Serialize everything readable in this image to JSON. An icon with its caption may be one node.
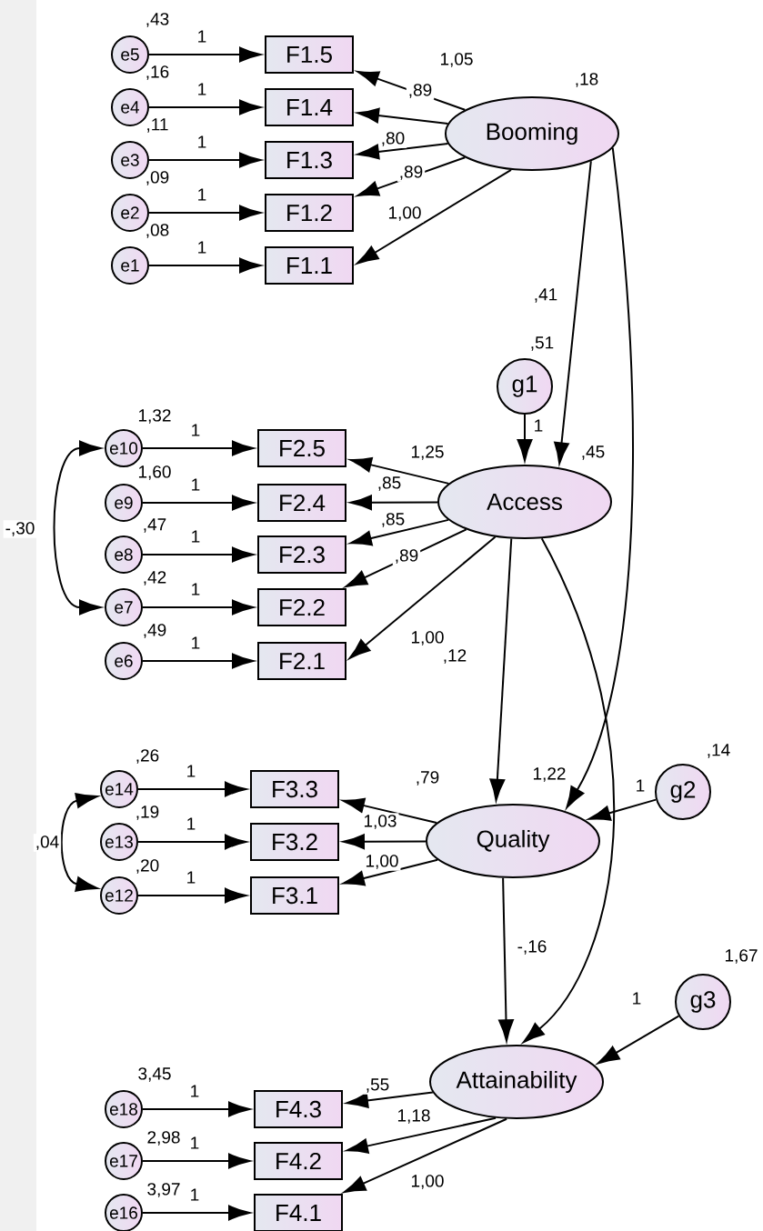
{
  "diagram": {
    "nodes": [
      {
        "text": [
          "Booming"
        ],
        "beside": [
          ",18"
        ]
      },
      {
        "text": [
          "F1.5"
        ]
      },
      {
        "text": [
          "F1.4"
        ]
      },
      {
        "text": [
          "F1.3"
        ]
      },
      {
        "text": [
          "F1.2"
        ]
      },
      {
        "text": [
          "F1.1"
        ]
      },
      {
        "text": [
          "e5"
        ],
        "beside": [
          ",43"
        ]
      },
      {
        "text": [
          "e4"
        ],
        "beside": [
          ",16"
        ]
      },
      {
        "text": [
          "e3"
        ],
        "beside": [
          ",11"
        ]
      },
      {
        "text": [
          "e2"
        ],
        "beside": [
          ",09"
        ]
      },
      {
        "text": [
          "e1"
        ],
        "beside": [
          ",08"
        ]
      },
      {
        "text": [
          "g1"
        ],
        "beside": [
          ",51"
        ]
      },
      {
        "text": [
          "Access"
        ],
        "beside": [
          ",45"
        ]
      },
      {
        "text": [
          "F2.5"
        ]
      },
      {
        "text": [
          "F2.4"
        ]
      },
      {
        "text": [
          "F2.3"
        ]
      },
      {
        "text": [
          "F2.2"
        ]
      },
      {
        "text": [
          "F2.1"
        ]
      },
      {
        "text": [
          "e10"
        ],
        "beside": [
          "1,32"
        ]
      },
      {
        "text": [
          "e9"
        ],
        "beside": [
          "1,60"
        ]
      },
      {
        "text": [
          "e8"
        ],
        "beside": [
          ",47"
        ]
      },
      {
        "text": [
          "e7"
        ],
        "beside": [
          ",42"
        ]
      },
      {
        "text": [
          "e6"
        ],
        "beside": [
          ",49"
        ]
      },
      {
        "text": [
          "Quality"
        ]
      },
      {
        "text": [
          "g2"
        ],
        "beside": [
          ",14"
        ]
      },
      {
        "text": [
          "F3.3"
        ]
      },
      {
        "text": [
          "F3.2"
        ]
      },
      {
        "text": [
          "F3.1"
        ]
      },
      {
        "text": [
          "e14"
        ],
        "beside": [
          ",26"
        ]
      },
      {
        "text": [
          "e13"
        ],
        "beside": [
          ",19"
        ]
      },
      {
        "text": [
          "e12"
        ],
        "beside": [
          ",20"
        ]
      },
      {
        "text": [
          "g3"
        ],
        "beside": [
          "1,67"
        ]
      },
      {
        "text": [
          "Attainability"
        ]
      },
      {
        "text": [
          "F4.3"
        ]
      },
      {
        "text": [
          "F4.2"
        ]
      },
      {
        "text": [
          "F4.1"
        ]
      },
      {
        "text": [
          "e18"
        ],
        "beside": [
          "3,45"
        ]
      },
      {
        "text": [
          "e17"
        ],
        "beside": [
          "2,98"
        ]
      },
      {
        "text": [
          "e16"
        ],
        "beside": [
          "3,97"
        ]
      }
    ],
    "edges": [
      {
        "from": 0,
        "to": 1,
        "arrow": "to",
        "label": "1,05"
      },
      {
        "from": 0,
        "to": 2,
        "arrow": "to",
        "label": ",89"
      },
      {
        "from": 0,
        "to": 3,
        "arrow": "to",
        "label": ",80"
      },
      {
        "from": 0,
        "to": 4,
        "arrow": "to",
        "label": ",89"
      },
      {
        "from": 0,
        "to": 5,
        "arrow": "to",
        "label": "1,00"
      },
      {
        "from": 6,
        "to": 1,
        "arrow": "to",
        "label": "1"
      },
      {
        "from": 7,
        "to": 2,
        "arrow": "to",
        "label": "1"
      },
      {
        "from": 8,
        "to": 3,
        "arrow": "to",
        "label": "1"
      },
      {
        "from": 9,
        "to": 4,
        "arrow": "to",
        "label": "1"
      },
      {
        "from": 10,
        "to": 5,
        "arrow": "to",
        "label": "1"
      },
      {
        "from": 0,
        "to": 12,
        "arrow": "to",
        "label": ",41"
      },
      {
        "from": 0,
        "to": 23,
        "arrow": "to",
        "label": "1,22"
      },
      {
        "from": 11,
        "to": 12,
        "arrow": "to",
        "label": "1"
      },
      {
        "from": 12,
        "to": 13,
        "arrow": "to",
        "label": "1,25"
      },
      {
        "from": 12,
        "to": 14,
        "arrow": "to",
        "label": ",85"
      },
      {
        "from": 12,
        "to": 15,
        "arrow": "to",
        "label": ",85"
      },
      {
        "from": 12,
        "to": 16,
        "arrow": "to",
        "label": ",89"
      },
      {
        "from": 12,
        "to": 17,
        "arrow": "to",
        "label": "1,00"
      },
      {
        "from": 18,
        "to": 13,
        "arrow": "to",
        "label": "1"
      },
      {
        "from": 19,
        "to": 14,
        "arrow": "to",
        "label": "1"
      },
      {
        "from": 20,
        "to": 15,
        "arrow": "to",
        "label": "1"
      },
      {
        "from": 21,
        "to": 16,
        "arrow": "to",
        "label": "1"
      },
      {
        "from": 22,
        "to": 17,
        "arrow": "to",
        "label": "1"
      },
      {
        "from": 18,
        "to": 21,
        "arrow": "both",
        "label": "-,30"
      },
      {
        "from": 12,
        "to": 23,
        "arrow": "to",
        "label": ",12"
      },
      {
        "from": 12,
        "to": 32,
        "arrow": "to"
      },
      {
        "from": 24,
        "to": 23,
        "arrow": "to",
        "label": "1"
      },
      {
        "from": 23,
        "to": 25,
        "arrow": "to",
        "label": ",79"
      },
      {
        "from": 23,
        "to": 26,
        "arrow": "to",
        "label": "1,03"
      },
      {
        "from": 23,
        "to": 27,
        "arrow": "to",
        "label": "1,00"
      },
      {
        "from": 28,
        "to": 25,
        "arrow": "to",
        "label": "1"
      },
      {
        "from": 29,
        "to": 26,
        "arrow": "to",
        "label": "1"
      },
      {
        "from": 30,
        "to": 27,
        "arrow": "to",
        "label": "1"
      },
      {
        "from": 28,
        "to": 30,
        "arrow": "both",
        "label": ",04"
      },
      {
        "from": 23,
        "to": 32,
        "arrow": "to",
        "label": "-,16"
      },
      {
        "from": 31,
        "to": 32,
        "arrow": "to",
        "label": "1"
      },
      {
        "from": 32,
        "to": 33,
        "arrow": "to",
        "label": ",55"
      },
      {
        "from": 32,
        "to": 34,
        "arrow": "to",
        "label": "1,18"
      },
      {
        "from": 32,
        "to": 35,
        "arrow": "to",
        "label": "1,00"
      },
      {
        "from": 36,
        "to": 33,
        "arrow": "to",
        "label": "1"
      },
      {
        "from": 37,
        "to": 34,
        "arrow": "to",
        "label": "1"
      },
      {
        "from": 38,
        "to": 35,
        "arrow": "to",
        "label": "1"
      }
    ]
  }
}
